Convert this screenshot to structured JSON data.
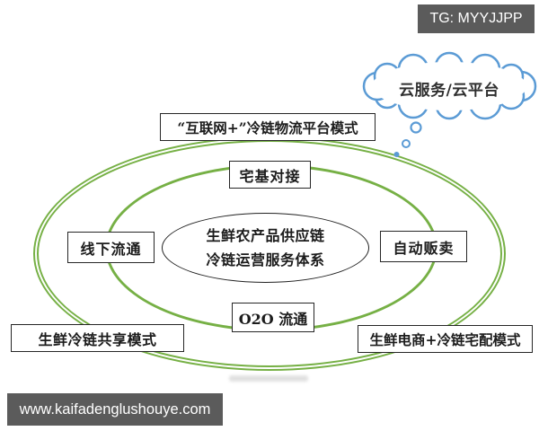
{
  "badges": {
    "tg_label": "TG: MYYJJPP",
    "url_label": "www.kaifadenglushouye.com"
  },
  "cloud": {
    "label": "云服务/云平台"
  },
  "diagram": {
    "center": {
      "line1": "生鲜农产品供应链",
      "line2": "冷链运营服务体系"
    },
    "nodes": {
      "platform": "“互联网+”冷链物流平台模式",
      "docking": "宅基对接",
      "offline": "线下流通",
      "vending": "自动贩卖",
      "o2o": "O2O 流通",
      "sharing": "生鲜冷链共享模式",
      "home_delivery": "生鲜电商+冷链宅配模式"
    }
  },
  "colors": {
    "ring_green": "#76b045",
    "cloud_blue": "#5b9bd5",
    "bar_gray": "#5b5b5b"
  }
}
